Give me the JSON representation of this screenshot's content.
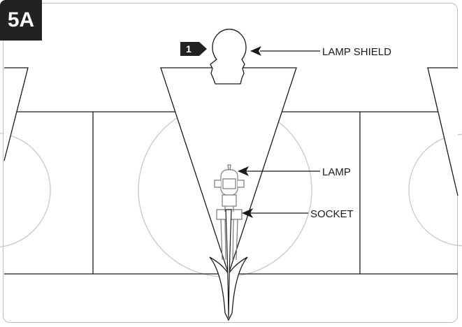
{
  "figure": {
    "label": "5A"
  },
  "step_marker": {
    "number": "1"
  },
  "callouts": {
    "lamp_shield": "LAMP SHIELD",
    "lamp": "LAMP",
    "socket": "SOCKET"
  },
  "colors": {
    "line": "#1a1a1a",
    "faint": "#c8c8c8",
    "frame": "#bdbdbd",
    "label_bg": "#222222"
  }
}
